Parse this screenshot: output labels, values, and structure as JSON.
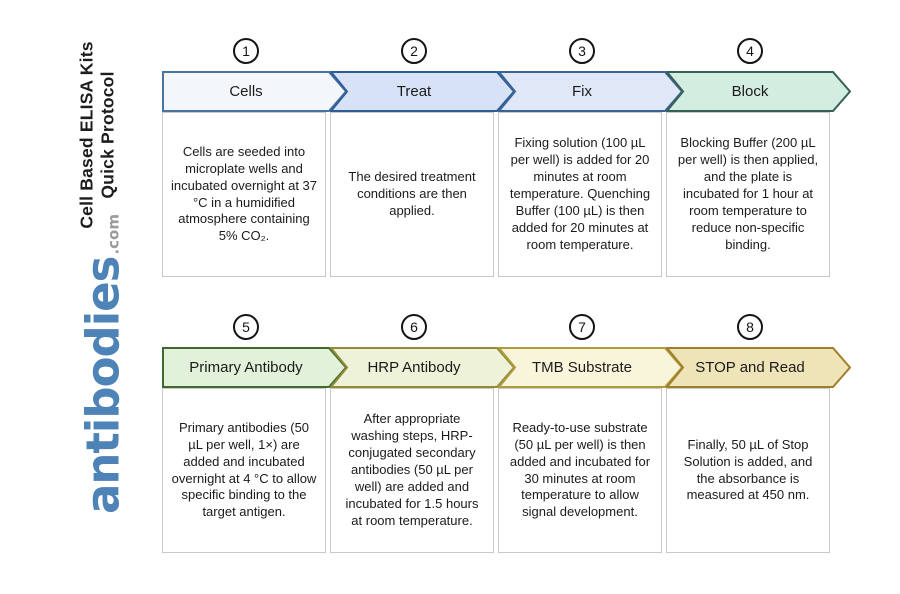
{
  "sidebar": {
    "title_line1": "Cell Based ELISA Kits",
    "title_line2": "Quick Protocol",
    "logo_text": "antibodies",
    "logo_suffix": ".com",
    "logo_color": "#4e83b7",
    "logo_suffix_color": "#9b9b9b"
  },
  "colors": {
    "badge_border": "#151515",
    "box_border": "#c9c9c9"
  },
  "steps": [
    {
      "number": "1",
      "title": "Cells",
      "description": "Cells are seeded into microplate wells and incubated overnight at 37 °C in a humidified atmosphere containing 5% CO₂.",
      "arrow_fill": "#f3f7fb",
      "arrow_stroke": "#4a74a0"
    },
    {
      "number": "2",
      "title": "Treat",
      "description": "The desired treatment conditions are then applied.",
      "arrow_fill": "#d8e2f6",
      "arrow_stroke": "#2e5c94"
    },
    {
      "number": "3",
      "title": "Fix",
      "description": "Fixing solution (100 µL per well) is added for 20 minutes at room temperature. Quenching Buffer (100 µL) is then added for 20 minutes at room temperature.",
      "arrow_fill": "#e0e8f7",
      "arrow_stroke": "#3a6496"
    },
    {
      "number": "4",
      "title": "Block",
      "description": "Blocking Buffer (200 µL per well) is then applied, and the plate is incubated for 1 hour at room temperature to reduce non-specific binding.",
      "arrow_fill": "#d4ede1",
      "arrow_stroke": "#356058"
    },
    {
      "number": "5",
      "title": "Primary Antibody",
      "description": "Primary antibodies (50 µL per well, 1×) are added and incubated overnight at 4 °C to allow specific binding to the target antigen.",
      "arrow_fill": "#e2f2da",
      "arrow_stroke": "#3f692f"
    },
    {
      "number": "6",
      "title": "HRP Antibody",
      "description": "After appropriate washing steps, HRP-conjugated secondary antibodies (50 µL per well) are added and incubated for 1.5 hours at room temperature.",
      "arrow_fill": "#edf2d8",
      "arrow_stroke": "#8f8c35"
    },
    {
      "number": "7",
      "title": "TMB Substrate",
      "description": "Ready-to-use substrate (50 µL per well) is then added and incubated for 30 minutes at room temperature to allow signal development.",
      "arrow_fill": "#f9f5da",
      "arrow_stroke": "#b09a3e"
    },
    {
      "number": "8",
      "title": "STOP and Read",
      "description": "Finally, 50 µL of Stop Solution is added, and the absorbance is measured at 450 nm.",
      "arrow_fill": "#efe3b8",
      "arrow_stroke": "#a07f2a"
    }
  ]
}
